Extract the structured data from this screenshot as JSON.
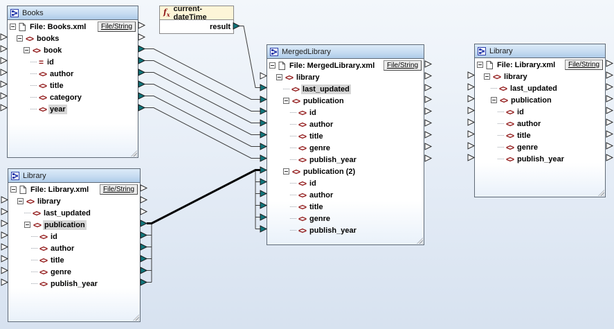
{
  "function_box": {
    "title": "current-dateTime",
    "result_label": "result"
  },
  "books": {
    "title": "Books",
    "file_label": "File: Books.xml",
    "file_button": "File/String",
    "rows": [
      {
        "label": "books"
      },
      {
        "label": "book"
      },
      {
        "label": "id"
      },
      {
        "label": "author"
      },
      {
        "label": "title"
      },
      {
        "label": "category"
      },
      {
        "label": "year",
        "highlighted": true
      }
    ]
  },
  "library_bottom": {
    "title": "Library",
    "file_label": "File: Library.xml",
    "file_button": "File/String",
    "rows": [
      {
        "label": "library"
      },
      {
        "label": "last_updated"
      },
      {
        "label": "publication",
        "highlighted": true
      },
      {
        "label": "id"
      },
      {
        "label": "author"
      },
      {
        "label": "title"
      },
      {
        "label": "genre"
      },
      {
        "label": "publish_year"
      }
    ]
  },
  "merged": {
    "title": "MergedLibrary",
    "file_label": "File: MergedLibrary.xml",
    "file_button": "File/String",
    "rows": [
      {
        "label": "library"
      },
      {
        "label": "last_updated",
        "highlighted": true
      },
      {
        "label": "publication"
      },
      {
        "label": "id"
      },
      {
        "label": "author"
      },
      {
        "label": "title"
      },
      {
        "label": "genre"
      },
      {
        "label": "publish_year"
      },
      {
        "label": "publication (2)"
      },
      {
        "label": "id"
      },
      {
        "label": "author"
      },
      {
        "label": "title"
      },
      {
        "label": "genre"
      },
      {
        "label": "publish_year"
      }
    ]
  },
  "library_right": {
    "title": "Library",
    "file_label": "File: Library.xml",
    "file_button": "File/String",
    "rows": [
      {
        "label": "library"
      },
      {
        "label": "last_updated"
      },
      {
        "label": "publication"
      },
      {
        "label": "id"
      },
      {
        "label": "author"
      },
      {
        "label": "title"
      },
      {
        "label": "genre"
      },
      {
        "label": "publish_year"
      }
    ]
  },
  "connections": [
    {
      "from": "Books.book",
      "to": "MergedLibrary.publication"
    },
    {
      "from": "Books.id",
      "to": "MergedLibrary.publication.id"
    },
    {
      "from": "Books.author",
      "to": "MergedLibrary.publication.author"
    },
    {
      "from": "Books.title",
      "to": "MergedLibrary.publication.title"
    },
    {
      "from": "Books.category",
      "to": "MergedLibrary.publication.genre"
    },
    {
      "from": "Books.year",
      "to": "MergedLibrary.publication.publish_year"
    },
    {
      "from": "current-dateTime.result",
      "to": "MergedLibrary.library.last_updated"
    },
    {
      "from": "Library.publication",
      "to": "MergedLibrary.publication (2)",
      "selected": true
    },
    {
      "from": "Library.publication.id",
      "to": "MergedLibrary.publication (2).id"
    },
    {
      "from": "Library.publication.author",
      "to": "MergedLibrary.publication (2).author"
    },
    {
      "from": "Library.publication.title",
      "to": "MergedLibrary.publication (2).title"
    },
    {
      "from": "Library.publication.genre",
      "to": "MergedLibrary.publication (2).genre"
    },
    {
      "from": "Library.publication.publish_year",
      "to": "MergedLibrary.publication (2).publish_year"
    }
  ],
  "icons": {
    "component-icon": "blue mini-hierarchy squares",
    "file-icon": "page with folded corner",
    "fx-icon": "fx",
    "element-icon": "<>",
    "attribute-icon": "=",
    "expander-icon": "minus box",
    "port-icon": "right-pointing triangle",
    "resize-grip-icon": "diagonal hatch"
  },
  "colors": {
    "port_connected": "#10767c",
    "node_icon_maroon": "#8f1515",
    "selection_highlight": "#d6d6d6",
    "header_gradient_top": "#dcebf8",
    "header_gradient_bottom": "#aecbe9",
    "function_header": "#fdf5d8",
    "canvas_top": "#f3f7fb",
    "canvas_bottom": "#d7e2f0",
    "component_border": "#5f6a76"
  }
}
